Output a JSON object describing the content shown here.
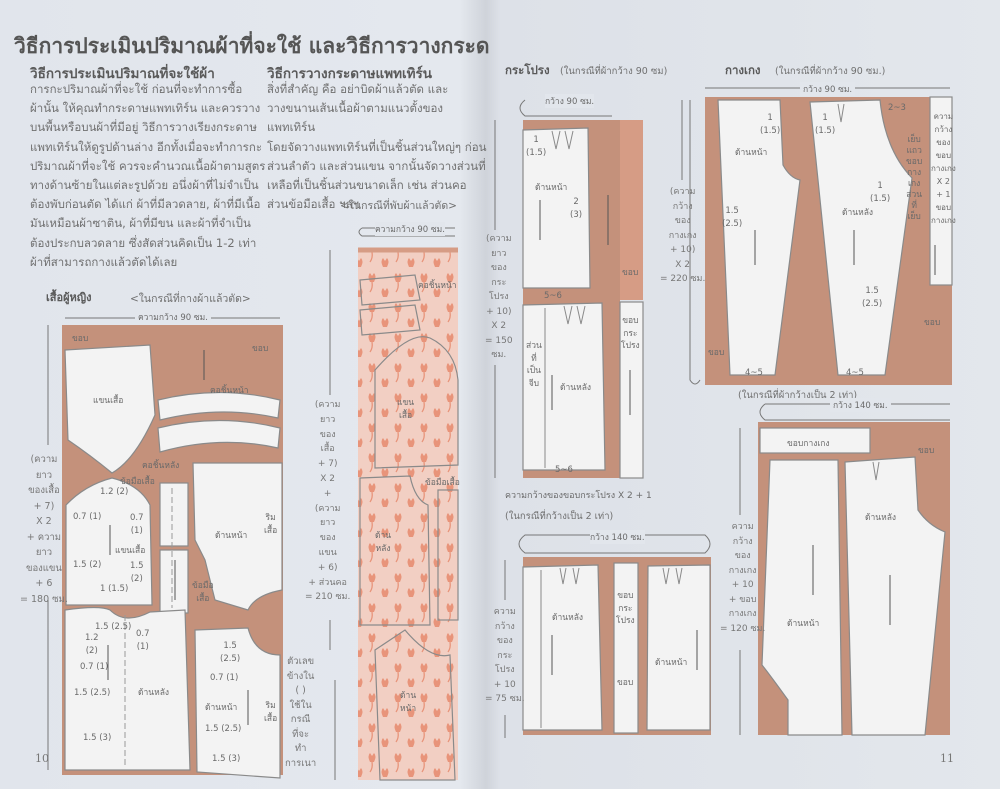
{
  "title": "วิธีการประเมินปริมาณผ้าที่จะใช้ และวิธีการวางกระดาษแพทเทิร์น",
  "left_page": {
    "section1": {
      "heading": "วิธีการประเมินปริมาณที่จะใช้ผ้า",
      "body": "    การกะปริมาณผ้าที่จะใช้ ก่อนที่จะทำการซื้อ\nผ้านั้น ให้คุณทำกระดาษแพทเทิร์น และควรวาง\nบนพื้นหรือบนผ้าที่มีอยู่ วิธีการวางเรียงกระดาษ\nแพทเทิร์นให้ดูรูปด้านล่าง อีกทั้งเมื่อจะทำการกะ\nปริมาณผ้าที่จะใช้ ควรจะคำนวณเนื้อผ้าตามสูตร\nทางด้านซ้ายในแต่ละรูปด้วย อนึ่งผ้าที่ไม่จำเป็น\nต้องพับก่อนตัด ได้แก่ ผ้าที่มีลวดลาย, ผ้าที่มีเนื้อ\nมันเหมือนผ้าซาติน, ผ้าที่มีขน และผ้าที่จำเป็น\nต้องประกบลวดลาย ซึ่งสัดส่วนคิดเป็น 1-2 เท่า\nผ้าที่สามารถกางแล้วตัดได้เลย"
    },
    "section2": {
      "heading": "วิธีการวางกระดาษแพทเทิร์น",
      "body": "    สิ่งที่สำคัญ คือ อย่าบิดผ้าแล้วตัด และ\nวางขนานเส้นเนื้อผ้าตามแนวตั้งของแพทเทิร์น\nโดยจัดวางแพทเทิร์นที่เป็นชิ้นส่วนใหญ่ๆ ก่อน\nส่วนลำตัว และส่วนแขน จากนั้นจัดวางส่วนที่\nเหลือที่เป็นชิ้นส่วนขนาดเล็ก เช่น ส่วนคอ\nส่วนข้อมือเสื้อ ฯลฯ"
    },
    "folded_caption": "<ในกรณีที่พับผ้าแล้วตัด>",
    "blouse_label": "เสื้อผู้หญิง",
    "spread_caption": "<ในกรณีที่กางผ้าแล้วตัด>",
    "diagram_spread": {
      "width": "ความกว้าง 90 ซม.",
      "formula": "(ความ\nยาว\nของเสื้อ\n+ 7)\nX 2\n+ ความ\nยาว\nของแขน\n+ 6\n= 180 ซม.",
      "labels": {
        "selvage1": "ขอบ",
        "selvage2": "ขอบ",
        "sleeve1": "แขนเสื้อ",
        "front_collar": "คอชิ้นหน้า",
        "back_collar": "คอชิ้นหลัง",
        "cuff1": "ข้อมือเสื้อ",
        "sleeve2": "แขนเสื้อ",
        "front1": "ด้านหน้า",
        "hem1": "ริม\nเสื้อ",
        "cuff2": "ข้อมือ\nเสื้อ",
        "back": "ด้านหลัง",
        "front2": "ด้านหน้า",
        "hem2": "ริม\nเสื้อ",
        "m1": "1.2 (2)",
        "m2": "0.7 (1)",
        "m3": "0.7\n(1)",
        "m4": "1.5 (2)",
        "m5": "1.5\n(2)",
        "m6": "1 (1.5)",
        "m7": "1.5 (2.5)",
        "m8": "0.7\n(1)",
        "m9": "1.2\n(2)",
        "m10": "0.7 (1)",
        "m11": "1.5 (2.5)",
        "m12": "1.5 (3)",
        "m13": "1.5\n(2.5)",
        "m14": "0.7 (1)",
        "m15": "1.5 (2.5)",
        "m16": "1.5 (3)"
      }
    },
    "diagram_folded": {
      "width": "ความกว้าง 90 ซม.",
      "formula": "(ความ\nยาว\nของ\nเสื้อ\n+ 7)\nX 2\n+\n(ความ\nยาว\nของ\nแขน\n+ 6)\n+ ส่วนคอ\n= 210 ซม.",
      "labels": {
        "front_collar": "คอชิ้นหน้า",
        "sleeve": "แขน\nเสื้อ",
        "cuff": "ข้อมือเสื้อ",
        "back": "ด้าน\nหลัง",
        "front": "ด้าน\nหน้า"
      }
    },
    "note": "ตัวเลข\nข้างใน\n(   )\nใช้ใน\nกรณี\nที่จะ\nทำ\nการเนา",
    "page_number": "10"
  },
  "right_page": {
    "skirt": {
      "heading": "กระโปรง",
      "note": "(ในกรณีที่ผ้ากว้าง 90 ซม)",
      "d1": {
        "width": "กว้าง 90 ซม.",
        "formula": "(ความ\nยาว\nของ\nกระ\nโปรง\n+ 10)\nX 2\n= 150\nซม.",
        "labels": {
          "front": "ด้านหน้า",
          "m1": "1\n(1.5)",
          "m2": "2\n(3)",
          "selvage": "ขอบ",
          "hem1": "5~6",
          "pleat": "ส่วน\nที่\nเป็น\nจีบ",
          "back": "ด้านหลัง",
          "waistband": "ขอบ\nกระ\nโปรง",
          "hem2": "5~6"
        },
        "caption": "ความกว้างของขอบกระโปรง X 2 + 1"
      },
      "double_caption": "(ในกรณีที่กว้างเป็น 2 เท่า)",
      "d2": {
        "width": "กว้าง 140 ซม.",
        "formula": "ความ\nกว้าง\nของ\nกระ\nโปรง\n+ 10\n= 75 ซม.",
        "labels": {
          "back": "ด้านหลัง",
          "waistband": "ขอบ\nกระ\nโปรง",
          "selvage": "ขอบ",
          "front": "ด้านหน้า"
        }
      }
    },
    "pants": {
      "heading": "กางเกง",
      "note": "(ในกรณีที่ผ้ากว้าง 90 ซม.)",
      "d1": {
        "width": "กว้าง 90 ซม.",
        "formula": "(ความ\nกว้าง\nของ\nกางเกง\n+ 10)\nX 2\n= 220 ซม.",
        "labels": {
          "front": "ด้านหน้า",
          "back": "ด้านหลัง",
          "m1": "1\n(1.5)",
          "m2": "1\n(1.5)",
          "m3": "1.5\n(2.5)",
          "m4": "1\n(1.5)",
          "m5": "1.5\n(2.5)",
          "m6": "2~3",
          "sewn": "เย็บ\nแถว\nขอบ\nกาง\nเกง\nส่วน\nที่\nเย็บ",
          "waistband": "ความ\nกว้าง\nของ\nขอบ\nกางเกง\nX 2\n+ 1\nขอบ\nกางเกง",
          "selvage1": "ขอบ",
          "selvage2": "ขอบ",
          "hem1": "4~5",
          "hem2": "4~5"
        }
      },
      "double_caption": "(ในกรณีที่ผ้ากว้างเป็น 2 เท่า)",
      "d2": {
        "width": "กว้าง 140 ซม.",
        "formula": "ความ\nกว้าง\nของ\nกางเกง\n+ 10\n+ ขอบ\nกางเกง\n= 120 ซม.",
        "labels": {
          "waistband": "ขอบกางเกง",
          "selvage": "ขอบ",
          "back": "ด้านหลัง",
          "front": "ด้านหน้า"
        }
      }
    },
    "page_number": "11"
  },
  "colors": {
    "fabric_brown": "#c4917b",
    "fabric_light": "#d69c85",
    "print_bg": "#f2cfc3",
    "tulip": "#e8947a",
    "paper": "#e2e6ec"
  }
}
